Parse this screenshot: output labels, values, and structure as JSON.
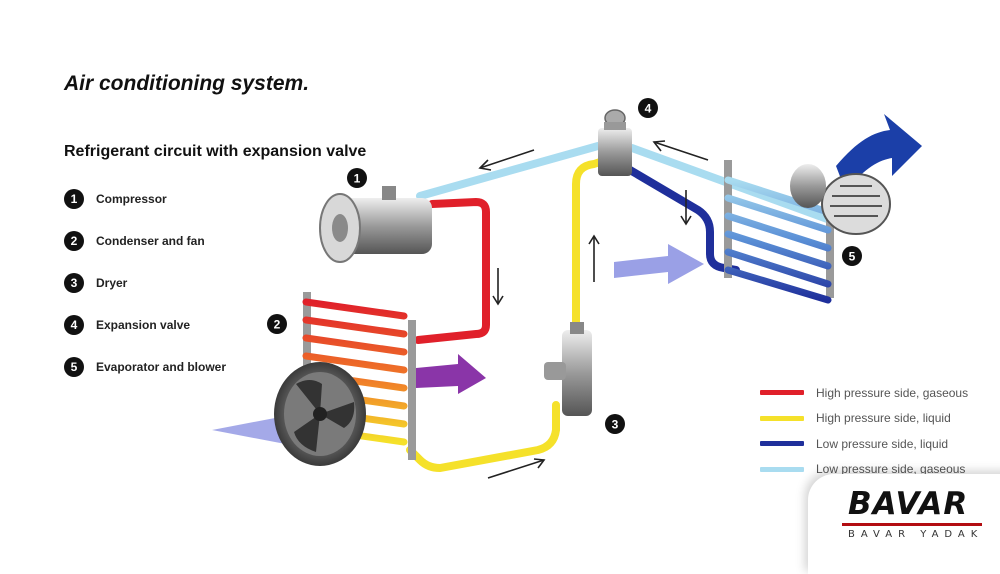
{
  "header": {
    "title": "Air conditioning system.",
    "subtitle": "Refrigerant circuit with expansion valve"
  },
  "components": [
    {
      "number": "1",
      "label": "Compressor"
    },
    {
      "number": "2",
      "label": "Condenser and fan"
    },
    {
      "number": "3",
      "label": "Dryer"
    },
    {
      "number": "4",
      "label": "Expansion valve"
    },
    {
      "number": "5",
      "label": "Evaporator and blower"
    }
  ],
  "legend": [
    {
      "label": "High pressure side, gaseous",
      "color": "#e0202a"
    },
    {
      "label": "High pressure side, liquid",
      "color": "#f5e12a"
    },
    {
      "label": "Low pressure side, liquid",
      "color": "#1f2f9b"
    },
    {
      "label": "Low pressure side, gaseous",
      "color": "#a9dcf0"
    }
  ],
  "diagram_labels": {
    "compressor": "1",
    "condenser": "2",
    "dryer": "3",
    "expansion_valve": "4",
    "evaporator": "5"
  },
  "colors": {
    "air_arrow": "#9aa0e6",
    "hot_air_arrow": "#8a35a8",
    "blower_arrow": "#1b3fa8"
  },
  "logo": {
    "mark": "BAVAR",
    "subtitle": "BAVAR YADAK"
  }
}
